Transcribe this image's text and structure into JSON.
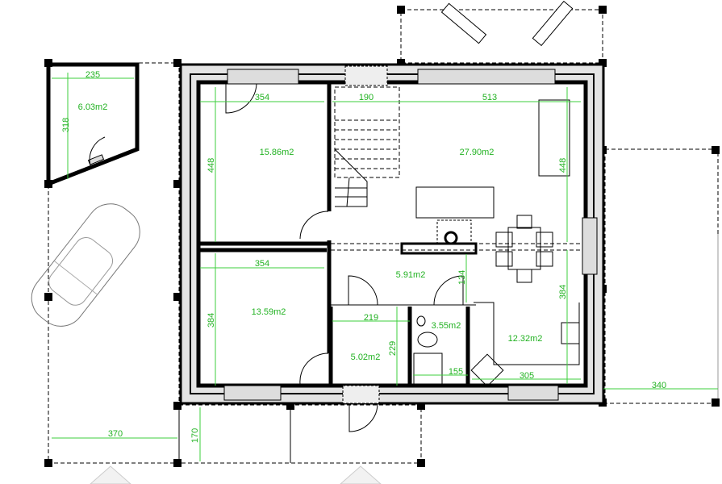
{
  "plan": {
    "rooms": {
      "shed": "6.03m2",
      "bedroom_top": "15.86m2",
      "living": "27.90m2",
      "bedroom_bottom": "13.59m2",
      "hall": "5.91m2",
      "bathroom": "3.55m2",
      "utility": "5.02m2",
      "kitchen": "12.32m2"
    },
    "dimensions": {
      "shed_width": "235",
      "shed_depth": "318",
      "bedroom_top_width": "354",
      "stair_width": "190",
      "living_width": "513",
      "bedroom_top_depth": "448",
      "living_depth": "448",
      "bedroom_bottom_width": "354",
      "bedroom_bottom_depth": "384",
      "hall_depth": "134",
      "utility_width": "219",
      "utility_depth": "229",
      "bathroom_width": "155",
      "kitchen_width": "305",
      "kitchen_depth": "384",
      "terrace_width": "340",
      "carport_width": "370",
      "porch_depth": "170"
    }
  }
}
